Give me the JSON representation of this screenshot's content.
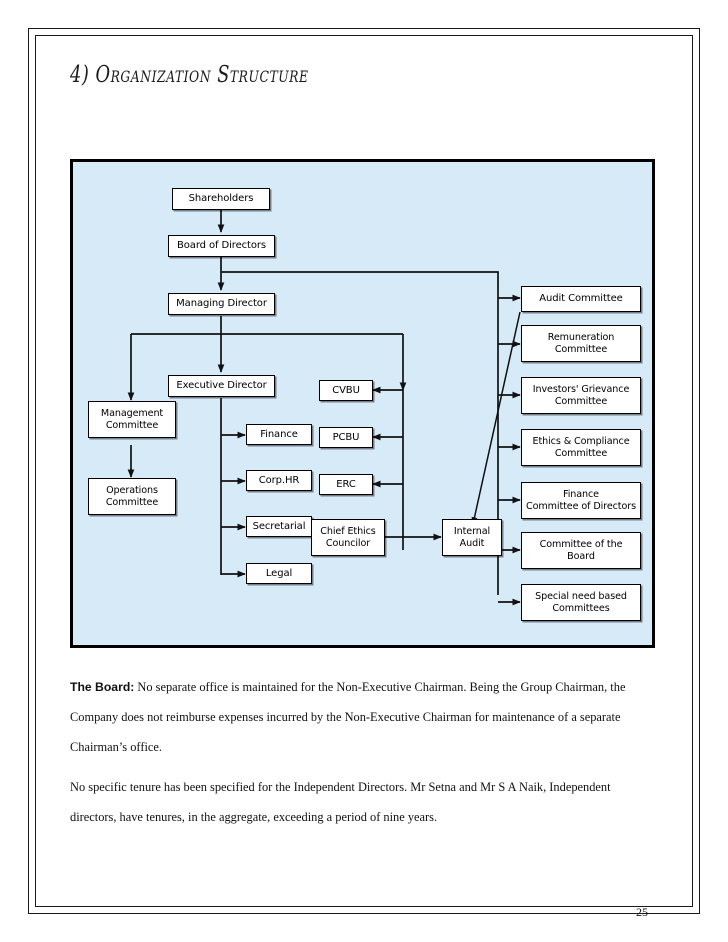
{
  "page": {
    "title": "4) Organization Structure",
    "number": "25",
    "panel_background": "#d7eaf8",
    "node_fill": "#ffffff",
    "line_color": "#000000"
  },
  "org_chart": {
    "nodes": {
      "shareholders": "Shareholders",
      "board_of_directors": "Board of Directors",
      "managing_director": "Managing Director",
      "executive_director": "Executive Director",
      "management_committee": "Management\nCommittee",
      "operations_committee": "Operations\nCommittee",
      "finance": "Finance",
      "corp_hr": "Corp.HR",
      "secretarial": "Secretarial",
      "legal": "Legal",
      "cvbu": "CVBU",
      "pcbu": "PCBU",
      "erc": "ERC",
      "chief_ethics_councilor": "Chief Ethics\nCouncilor",
      "internal_audit": "Internal\nAudit",
      "audit_committee": "Audit Committee",
      "remuneration_committee": "Remuneration\nCommittee",
      "investors_grievance_committee": "Investors' Grievance\nCommittee",
      "ethics_compliance_committee": "Ethics & Compliance\nCommittee",
      "finance_committee_of_directors": "Finance\nCommittee of Directors",
      "committee_of_the_board": "Committee of the\nBoard",
      "special_need_based_committees": "Special need based\nCommittees"
    }
  },
  "body": {
    "paragraph_1_lead": "The Board:",
    "paragraph_1": " No separate office is maintained for the Non-Executive Chairman. Being the Group Chairman, the Company does not reimburse expenses incurred by the Non-Executive Chairman for maintenance of a separate Chairman’s office.",
    "paragraph_2": "No specific tenure has been specified for the Independent Directors. Mr Setna and Mr S A Naik, Independent directors, have tenures, in the aggregate, exceeding a period of nine years."
  }
}
